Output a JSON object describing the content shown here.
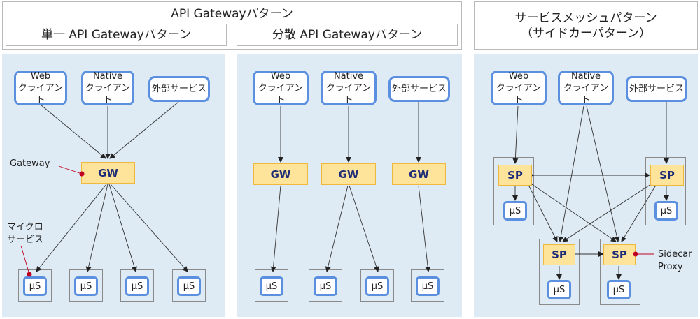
{
  "headers": {
    "api_gateway": "API Gatewayパターン",
    "single": "単一 API Gatewayパターン",
    "distributed": "分散 API Gatewayパターン",
    "mesh_line1": "サービスメッシュパターン",
    "mesh_line2": "（サイドカーパターン）"
  },
  "clients": {
    "web_1": "Web",
    "web_2": "クライアント",
    "native_1": "Native",
    "native_2": "クライアント",
    "external": "外部サービス"
  },
  "gw_label": "GW",
  "sp_label": "SP",
  "ms_label": "μS",
  "annotations": {
    "gateway": "Gateway",
    "micro_1": "マイクロ",
    "micro_2": "サービス",
    "sidecar_1": "Sidecar",
    "sidecar_2": "Proxy"
  },
  "colors": {
    "panel_bg": "#deebf5",
    "client_border": "#5b8fe0",
    "gw_fill": "#fde49a",
    "gw_border": "#f0b83c",
    "gw_text": "#1f2d78",
    "marker": "#c00020"
  }
}
